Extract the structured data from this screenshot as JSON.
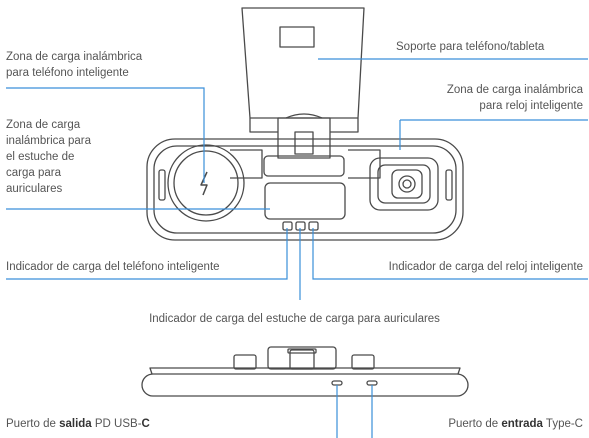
{
  "labels": {
    "phone_zone": [
      "Zona de carga inalámbrica",
      "para teléfono inteligente"
    ],
    "earbuds_zone": [
      "Zona de carga",
      "inalámbrica para",
      "el estuche de",
      "carga para",
      "auriculares"
    ],
    "stand": "Soporte para teléfono/tableta",
    "watch_zone": [
      "Zona de carga inalámbrica",
      "para reloj inteligente"
    ],
    "phone_indicator": "Indicador de carga del teléfono inteligente",
    "watch_indicator": "Indicador de carga del reloj inteligente",
    "earbuds_indicator": "Indicador de carga del estuche de carga para auriculares",
    "output_port": {
      "prefix": "Puerto de ",
      "bold": "salida",
      "suffix": " PD  USB-",
      "bold2": "C"
    },
    "input_port": {
      "prefix": "Puerto de ",
      "bold": "entrada",
      "suffix": " Type-C"
    }
  },
  "colors": {
    "accent_line": "#3a8fd9",
    "device_stroke": "#4a4a4a",
    "text": "#555555"
  }
}
